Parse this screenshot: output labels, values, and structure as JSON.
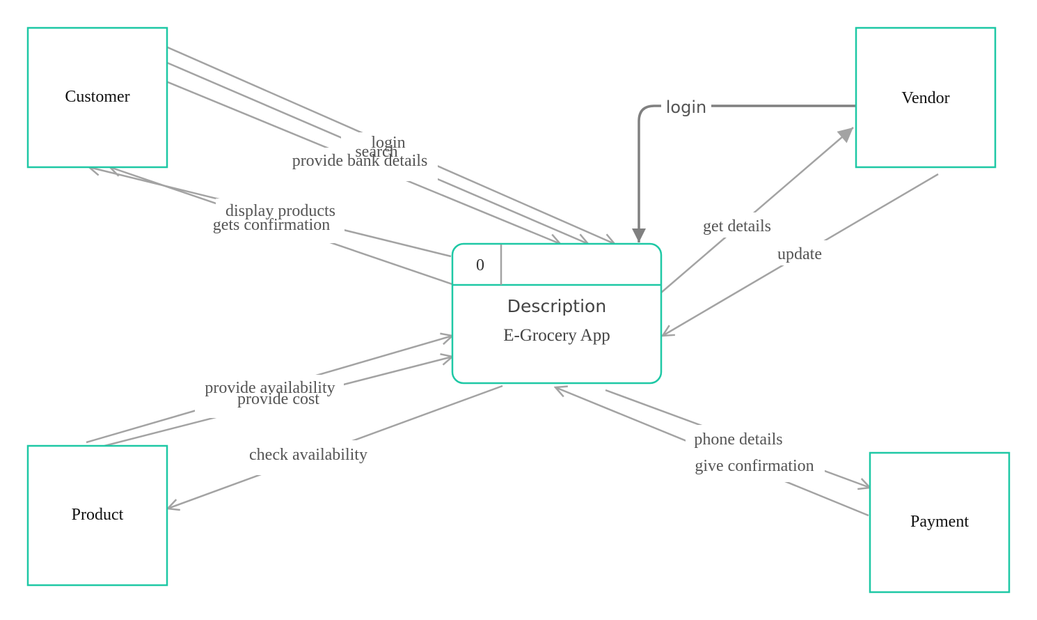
{
  "entities": {
    "customer": "Customer",
    "vendor": "Vendor",
    "product": "Product",
    "payment": "Payment"
  },
  "process": {
    "number": "0",
    "description": "Description",
    "name": "E-Grocery App"
  },
  "flows": {
    "customer_login": "login",
    "customer_search": "search",
    "customer_bank": "provide bank details",
    "display_products": "display products",
    "gets_confirmation": "gets confirmation",
    "vendor_login": "login",
    "get_details": "get details",
    "update": "update",
    "provide_availability": "provide availability",
    "provide_cost": "provide cost",
    "check_availability": "check availability",
    "phone_details": "phone details",
    "give_confirmation": "give confirmation"
  },
  "colors": {
    "entity_border": "#1ec8a5",
    "flow_line": "#a3a3a3",
    "vendor_login_line": "#808080"
  }
}
